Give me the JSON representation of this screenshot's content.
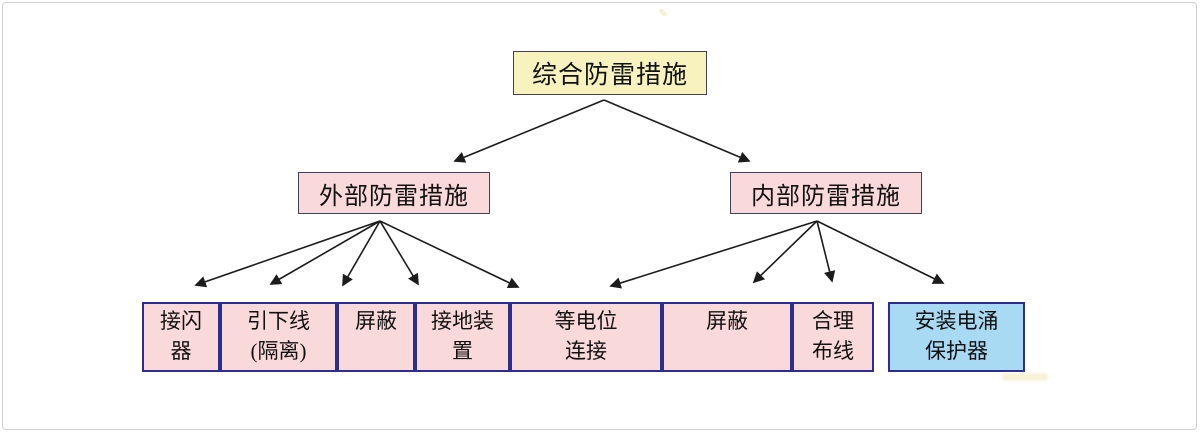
{
  "diagram": {
    "title_node": {
      "label": "综合防雷措施"
    },
    "level2": [
      {
        "id": "external",
        "label": "外部防雷措施"
      },
      {
        "id": "internal",
        "label": "内部防雷措施"
      }
    ],
    "leaves": [
      {
        "id": "air-terminal",
        "label": "接闪\n器"
      },
      {
        "id": "down-conductor",
        "label": "引下线\n(隔离)"
      },
      {
        "id": "shielding-ext",
        "label": "屏蔽"
      },
      {
        "id": "grounding",
        "label": "接地装\n置"
      },
      {
        "id": "equipotential",
        "label": "等电位\n连接"
      },
      {
        "id": "shielding-int",
        "label": "屏蔽"
      },
      {
        "id": "wiring",
        "label": "合理\n布线"
      },
      {
        "id": "surge-protector",
        "label": "安装电涌\n保护器"
      }
    ],
    "edges": [
      {
        "from": "综合防雷措施",
        "to": "外部防雷措施"
      },
      {
        "from": "综合防雷措施",
        "to": "内部防雷措施"
      },
      {
        "from": "外部防雷措施",
        "to": "接闪器"
      },
      {
        "from": "外部防雷措施",
        "to": "引下线(隔离)"
      },
      {
        "from": "外部防雷措施",
        "to": "屏蔽"
      },
      {
        "from": "外部防雷措施",
        "to": "接地装置"
      },
      {
        "from": "外部防雷措施",
        "to": "等电位连接"
      },
      {
        "from": "内部防雷措施",
        "to": "等电位连接"
      },
      {
        "from": "内部防雷措施",
        "to": "屏蔽"
      },
      {
        "from": "内部防雷措施",
        "to": "合理布线"
      },
      {
        "from": "内部防雷措施",
        "to": "安装电涌保护器"
      }
    ],
    "colors": {
      "root_bg": "#f7f2be",
      "branch_bg": "#fad9da",
      "leaf_bg": "#fad9da",
      "highlight_leaf_bg": "#a9daf3",
      "box_border": "#41415f",
      "leaf_border": "#2d2d8e",
      "arrow": "#1c1c1c",
      "frame_border": "#cfcfcf"
    },
    "watermark_glyph": "✎"
  }
}
